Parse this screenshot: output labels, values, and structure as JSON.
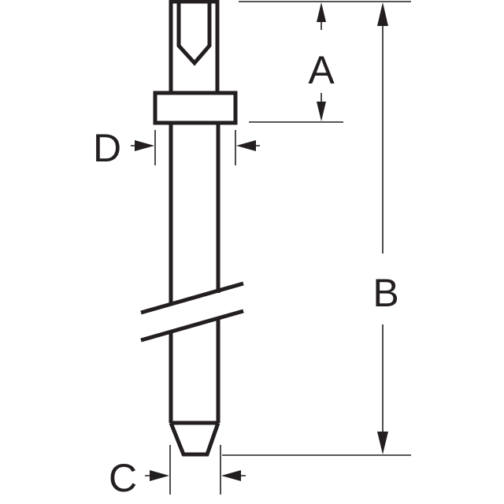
{
  "colors": {
    "ink": "#231f20",
    "background": "#ffffff"
  },
  "labels": {
    "a": "A",
    "b": "B",
    "c": "C",
    "d": "D"
  }
}
